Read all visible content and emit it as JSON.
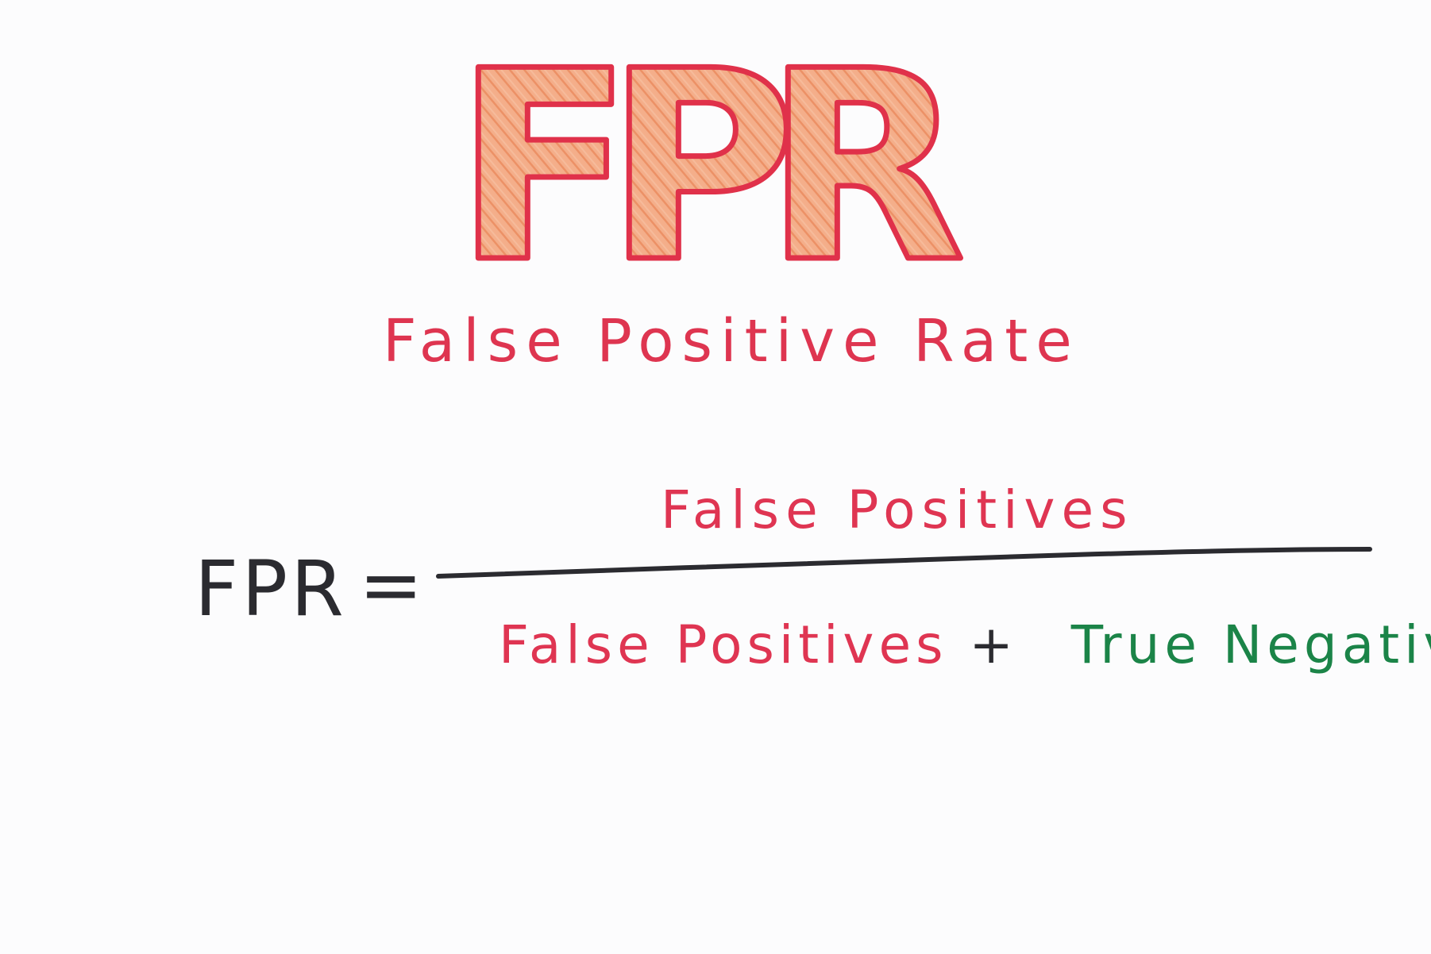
{
  "title": {
    "letters": [
      "F",
      "P",
      "R"
    ]
  },
  "subtitle": "False Positive Rate",
  "formula": {
    "lhs": "FPR",
    "equals": "=",
    "numerator": "False Positives",
    "denominator": {
      "term1": "False Positives",
      "plus": "+",
      "term2": "True Negatives"
    }
  },
  "colors": {
    "outline": "#e0314a",
    "fill": "#f2a57e",
    "red_text": "#df3552",
    "dark_text": "#2b2b30",
    "green_text": "#1b8448",
    "background": "#fcfcfd"
  }
}
